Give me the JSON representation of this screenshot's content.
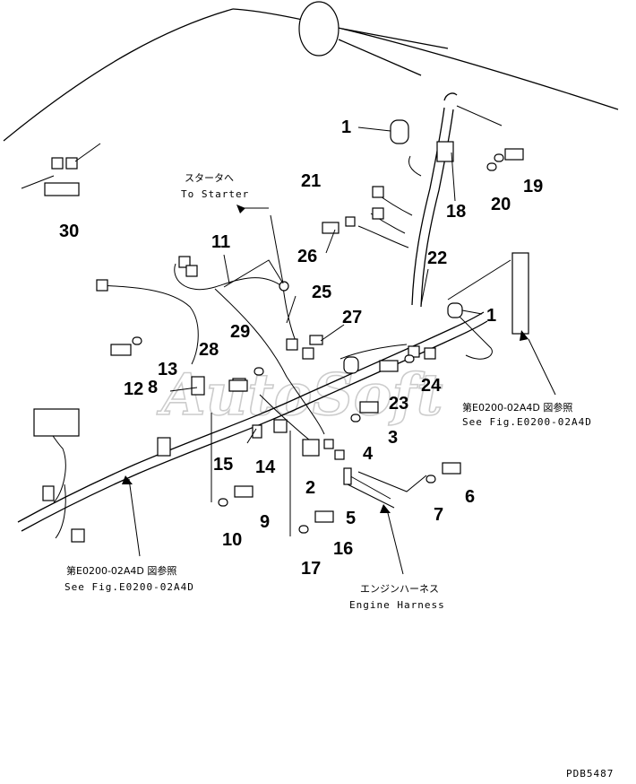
{
  "diagram": {
    "callouts": [
      "1",
      "1",
      "2",
      "3",
      "4",
      "5",
      "6",
      "7",
      "8",
      "9",
      "10",
      "11",
      "12",
      "13",
      "14",
      "15",
      "16",
      "17",
      "18",
      "19",
      "20",
      "21",
      "22",
      "23",
      "24",
      "25",
      "26",
      "27",
      "28",
      "29",
      "30"
    ],
    "notes": {
      "starter_jp": "スタータへ",
      "starter_en": "To Starter",
      "ref_right_jp": "第E0200-02A4D 図参照",
      "ref_right_en": "See Fig.E0200-02A4D",
      "ref_left_jp": "第E0200-02A4D 図参照",
      "ref_left_en": "See Fig.E0200-02A4D",
      "engine_jp": "エンジンハーネス",
      "engine_en": "Engine Harness"
    },
    "watermark": "AutoSoft",
    "page_code": "PDB5487"
  }
}
